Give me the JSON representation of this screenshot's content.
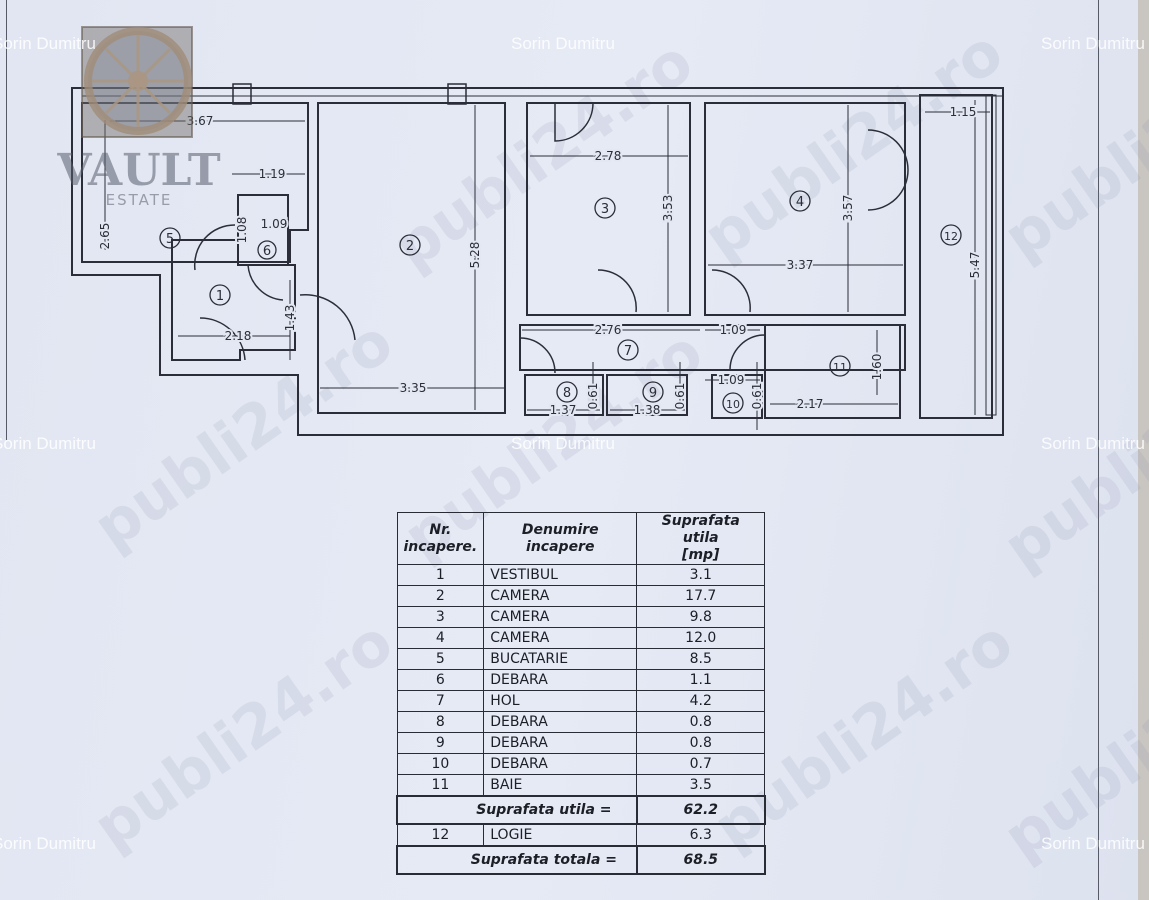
{
  "watermark_author": "Sorin Dumitru",
  "watermark_site": "publi24.ro",
  "logo": {
    "name": "VAULT",
    "sub": "ESTATE"
  },
  "plan": {
    "room_numbers": [
      "1",
      "2",
      "3",
      "4",
      "5",
      "6",
      "7",
      "8",
      "9",
      "10",
      "11",
      "12"
    ],
    "dimensions": {
      "d_367": "3.67",
      "d_119": "1.19",
      "d_265": "2.65",
      "d_109a": "1.09",
      "d_108": "1.08",
      "d_218": "2.18",
      "d_143": "1.43",
      "d_335": "3.35",
      "d_528": "5.28",
      "d_278": "2.78",
      "d_353": "3.53",
      "d_276": "2.76",
      "d_357": "3.57",
      "d_337": "3.37",
      "d_109b": "1.09",
      "d_109c": "1.09",
      "d_115": "1.15",
      "d_547": "5.47",
      "d_160": "1.60",
      "d_217": "2.17",
      "d_137": "1.37",
      "d_138": "1.38",
      "d_061a": "0.61",
      "d_061b": "0.61",
      "d_061c": "0.61"
    }
  },
  "table": {
    "headers": [
      "Nr. incapere.",
      "Denumire incapere",
      "Suprafata utila [mp]"
    ],
    "header_lines": [
      [
        "Nr.",
        "incapere."
      ],
      [
        "Denumire",
        "incapere"
      ],
      [
        "Suprafata utila",
        "[mp]"
      ]
    ],
    "rows": [
      {
        "nr": "1",
        "name": "VESTIBUL",
        "area": "3.1"
      },
      {
        "nr": "2",
        "name": "CAMERA",
        "area": "17.7"
      },
      {
        "nr": "3",
        "name": "CAMERA",
        "area": "9.8"
      },
      {
        "nr": "4",
        "name": "CAMERA",
        "area": "12.0"
      },
      {
        "nr": "5",
        "name": "BUCATARIE",
        "area": "8.5"
      },
      {
        "nr": "6",
        "name": "DEBARA",
        "area": "1.1"
      },
      {
        "nr": "7",
        "name": "HOL",
        "area": "4.2"
      },
      {
        "nr": "8",
        "name": "DEBARA",
        "area": "0.8"
      },
      {
        "nr": "9",
        "name": "DEBARA",
        "area": "0.8"
      },
      {
        "nr": "10",
        "name": "DEBARA",
        "area": "0.7"
      },
      {
        "nr": "11",
        "name": "BAIE",
        "area": "3.5"
      }
    ],
    "useful_label": "Suprafata utila =",
    "useful_value": "62.2",
    "loggia": {
      "nr": "12",
      "name": "LOGIE",
      "area": "6.3"
    },
    "total_label": "Suprafata totala =",
    "total_value": "68.5"
  }
}
